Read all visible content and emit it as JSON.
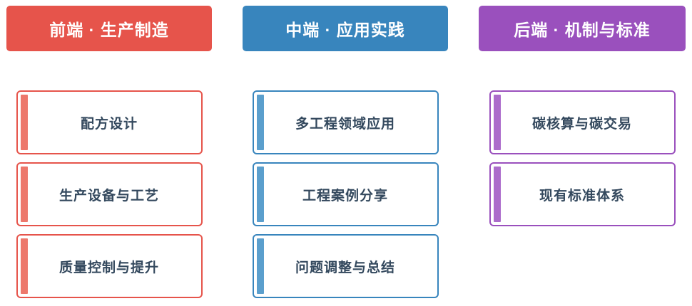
{
  "text_color": "#34495E",
  "columns": [
    {
      "id": "front",
      "header": "前端 · 生产制造",
      "color": "#E6544B",
      "accent": "#ED786C",
      "items": [
        "配方设计",
        "生产设备与工艺",
        "质量控制与提升"
      ]
    },
    {
      "id": "middle",
      "header": "中端 · 应用实践",
      "color": "#3885BD",
      "accent": "#5B9FCD",
      "items": [
        "多工程领域应用",
        "工程案例分享",
        "问题调整与总结"
      ]
    },
    {
      "id": "back",
      "header": "后端 · 机制与标准",
      "color": "#9A50BD",
      "accent": "#AC6CCB",
      "items": [
        "碳核算与碳交易",
        "现有标准体系"
      ]
    }
  ]
}
